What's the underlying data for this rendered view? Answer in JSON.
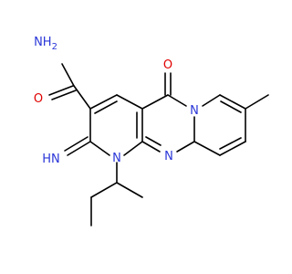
{
  "molecule": {
    "colors": {
      "bond": "#000000",
      "nitrogen": "#2a36d8",
      "oxygen": "#e00000",
      "background": "#ffffff"
    },
    "labels": {
      "amide_nh2": "NH",
      "amide_nh2_sub": "2",
      "amide_o": "O",
      "imino_hn": "HN",
      "n1": "N",
      "n_bridge": "N",
      "n_ring": "N",
      "keto_o": "O"
    }
  }
}
